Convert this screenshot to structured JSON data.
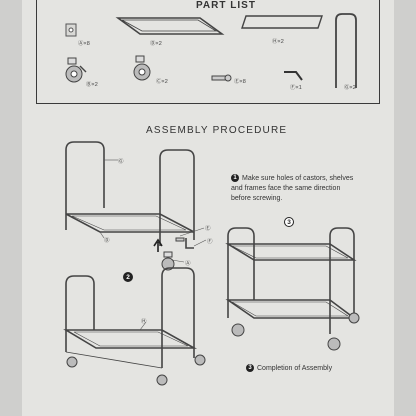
{
  "part_list": {
    "title": "PART LIST",
    "labels": {
      "a": "Ⓐ×8",
      "b": "Ⓑ×2",
      "c": "Ⓒ×2",
      "d": "Ⓓ×2",
      "e": "Ⓔ×8",
      "f": "Ⓕ×1",
      "g": "Ⓖ×2",
      "h": "Ⓗ×2"
    }
  },
  "assembly": {
    "title": "ASSEMBLY PROCEDURE",
    "step1_number": "1",
    "step1_text": "Make sure holes of castors, shelves and frames face the same direction before screwing.",
    "step2_number": "2",
    "step3_number": "3",
    "step3_caption_number": "3",
    "completion_text": "Completion of Assembly",
    "callouts": {
      "g": "Ⓖ",
      "d": "Ⓓ",
      "e": "Ⓔ",
      "f": "Ⓕ",
      "a": "Ⓐ",
      "b": "Ⓑ",
      "h": "Ⓗ"
    }
  },
  "colors": {
    "paper": "#e4e4e1",
    "ink": "#2a2a2a"
  }
}
